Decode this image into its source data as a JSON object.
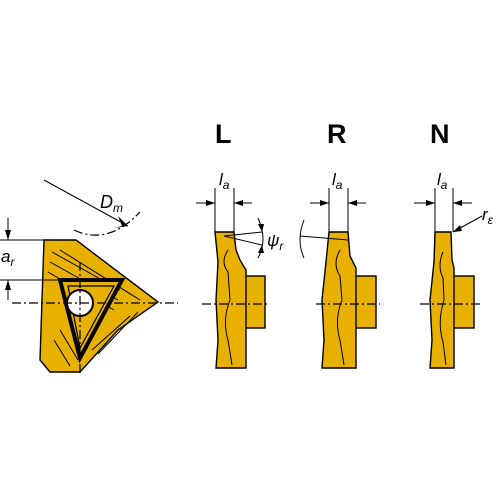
{
  "views": [
    {
      "label": "L"
    },
    {
      "label": "R"
    },
    {
      "label": "N"
    }
  ],
  "dimensions": {
    "dm_symbol": "D",
    "dm_sub": "m",
    "ar_symbol": "a",
    "ar_sub": "r",
    "la_symbol": "l",
    "la_sub": "a",
    "psi_symbol": "ψ",
    "psi_sub": "r",
    "re_symbol": "r",
    "re_sub": "ε"
  },
  "colors": {
    "insert": "#e8b100",
    "outline": "#000000"
  }
}
